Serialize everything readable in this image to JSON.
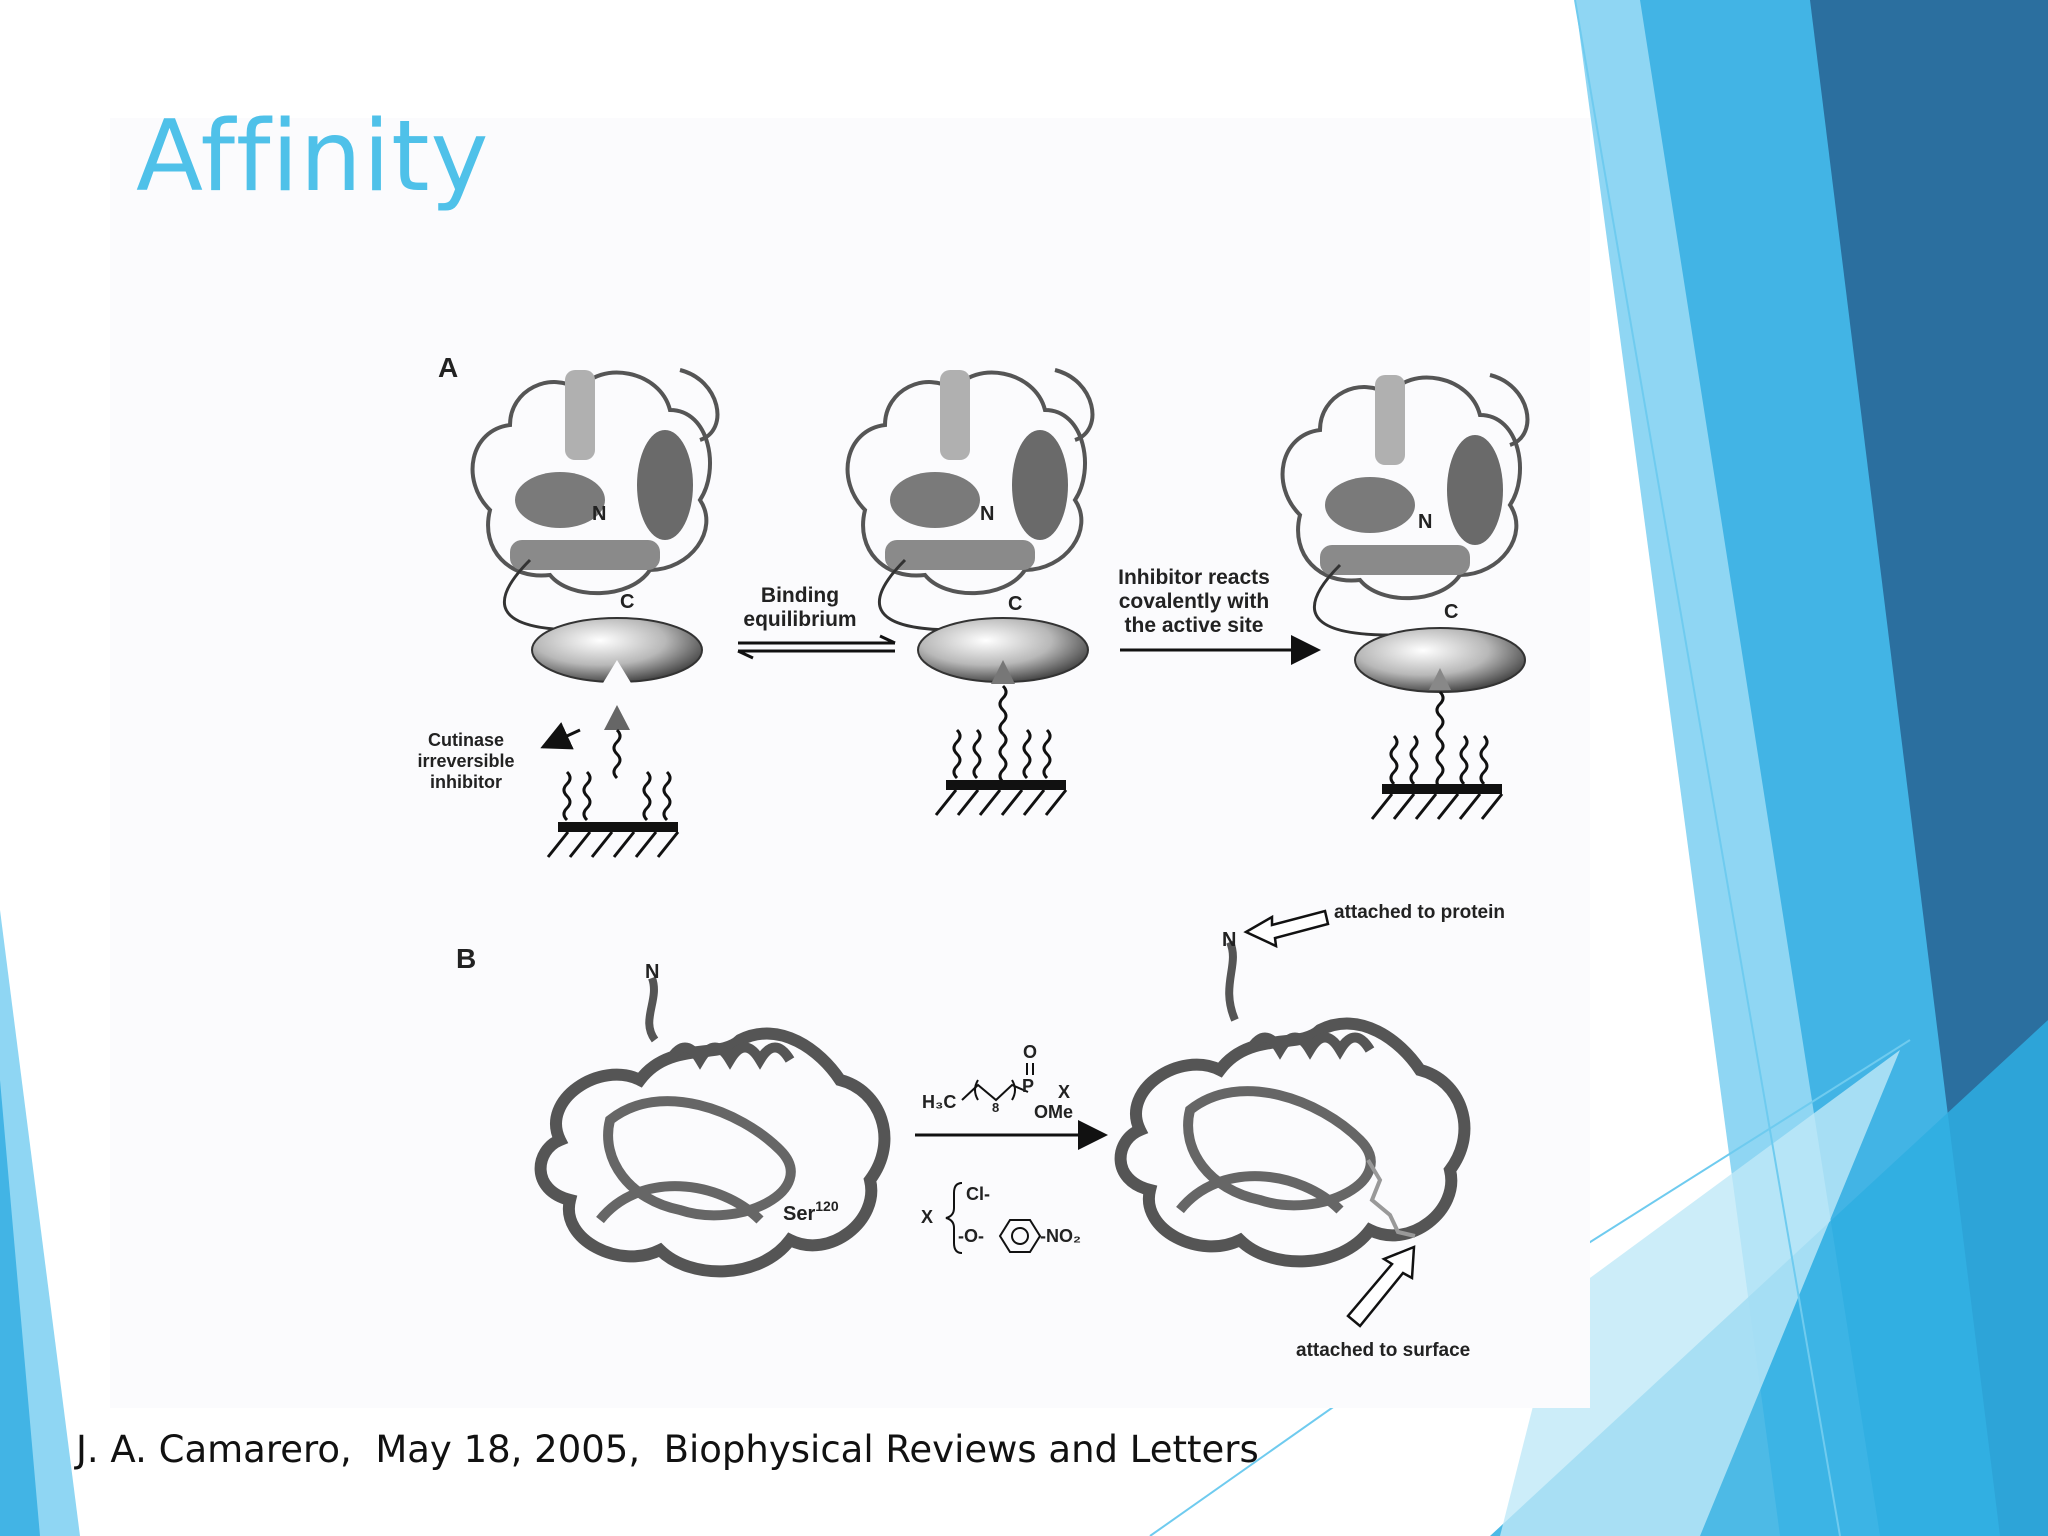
{
  "slide": {
    "title": "Affinity",
    "citation": "J. A. Camarero,  May 18, 2005,  Biophysical Reviews and Letters"
  },
  "figure": {
    "panel_a": {
      "label": "A",
      "terminus_n": "N",
      "terminus_c": "C",
      "inhibitor_label": [
        "Cutinase",
        "irreversible",
        "inhibitor"
      ],
      "step1_label": [
        "Binding",
        "equilibrium"
      ],
      "step2_label": [
        "Inhibitor reacts",
        "covalently with",
        "the active site"
      ]
    },
    "panel_b": {
      "label": "B",
      "terminus_n": "N",
      "residue": "Ser",
      "residue_number": "120",
      "reagent_left": "H₃C",
      "reagent_repeat": "8",
      "reagent_p": "P",
      "reagent_o": "O",
      "reagent_x": "X",
      "reagent_ome": "OMe",
      "x_symbol": "X",
      "x_option_1": "Cl-",
      "x_option_2_prefix": "-O-",
      "x_option_2_suffix": "-NO₂",
      "attached_protein": "attached to protein",
      "attached_surface": "attached to surface"
    }
  },
  "colors": {
    "title": "#4fc1e9",
    "accent_light": "#9ad8f2",
    "accent_mid": "#3fb3e3",
    "accent_dark": "#2a6e9e"
  }
}
